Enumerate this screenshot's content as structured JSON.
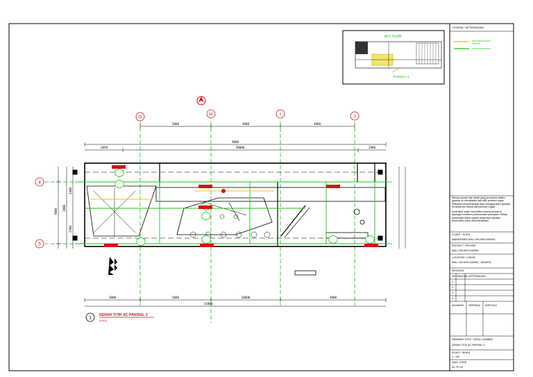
{
  "keyplan": {
    "title": "KEY PLAN",
    "partial_label": "PARSIAL 3"
  },
  "legend": {
    "title": "LEGEND / KETERANGAN",
    "items": [
      {
        "label": "PIPA REFRIGERAN",
        "sub": "INDOOR",
        "color": "#f2c400"
      },
      {
        "label": "PIPA REFRIGERAN",
        "sub": "INDOOR",
        "color": "#19c219"
      }
    ]
  },
  "grid_labels": {
    "top": [
      "G",
      "H",
      "I",
      "J"
    ],
    "left": [
      "4",
      "5"
    ]
  },
  "dimensions": {
    "top_segments": [
      "5000",
      "4000",
      "4000"
    ],
    "top_total": "9000",
    "mid_segments": [
      "2050",
      "20000",
      "2900"
    ],
    "bottom_segments": [
      "3000",
      "5000",
      "20000",
      "4000"
    ],
    "bottom_total": "15000",
    "left": [
      "7000",
      "2000",
      "3400",
      "2500"
    ]
  },
  "drawing_title": {
    "number": "1",
    "title": "DENAH TITIK AC PARSIAL 3",
    "scale": "SKALA"
  },
  "notes": {
    "para1": "Semua ukuran dan detail yang tercantum dalam gambar ini merupakan hak milik pemberi tugas. Dilarang memperbanyak atau menggunakan gambar ini tanpa izin tertulis dari pemberi tugas.",
    "para2": "Kontraktor wajib memeriksa semua ukuran di lapangan sebelum pelaksanaan pekerjaan. Setiap perbedaan harus segera dilaporkan kepada perencana untuk dikoordinasikan."
  },
  "title_block": {
    "client_label": "CLIENT / KLIEN",
    "client_value": "MANAJEMEN MALL KELAPA GADING",
    "project_label": "PROJECT / PROYEK",
    "project_value": "MALL KELAPA GADING",
    "location_label": "LOCATION / LOKASI",
    "location_value": "MALL KELAPA GADING, JAKARTA",
    "revision_label": "REVISION",
    "revision_header": "NO   TANGGAL   KETERANGAN",
    "revision_rows": [
      "1",
      "2",
      "3",
      "4"
    ],
    "sign_labels": [
      "DIGAMBAR",
      "DIPERIKSA",
      "DISETUJUI"
    ],
    "drawing_title_label": "DRAWING TITLE / JUDUL GAMBAR",
    "drawing_title_value": "DENAH TITIK AC PARSIAL 3",
    "scale_label": "SCALE / SKALA",
    "scale_value": "1 : 100",
    "dwg_no_label": "DWG. CODE",
    "dwg_no_value": "AC-TF-03"
  },
  "colors": {
    "grid": "#19c219",
    "wall": "#000000",
    "tag": "#d21414",
    "pipe": "#f2c400"
  }
}
